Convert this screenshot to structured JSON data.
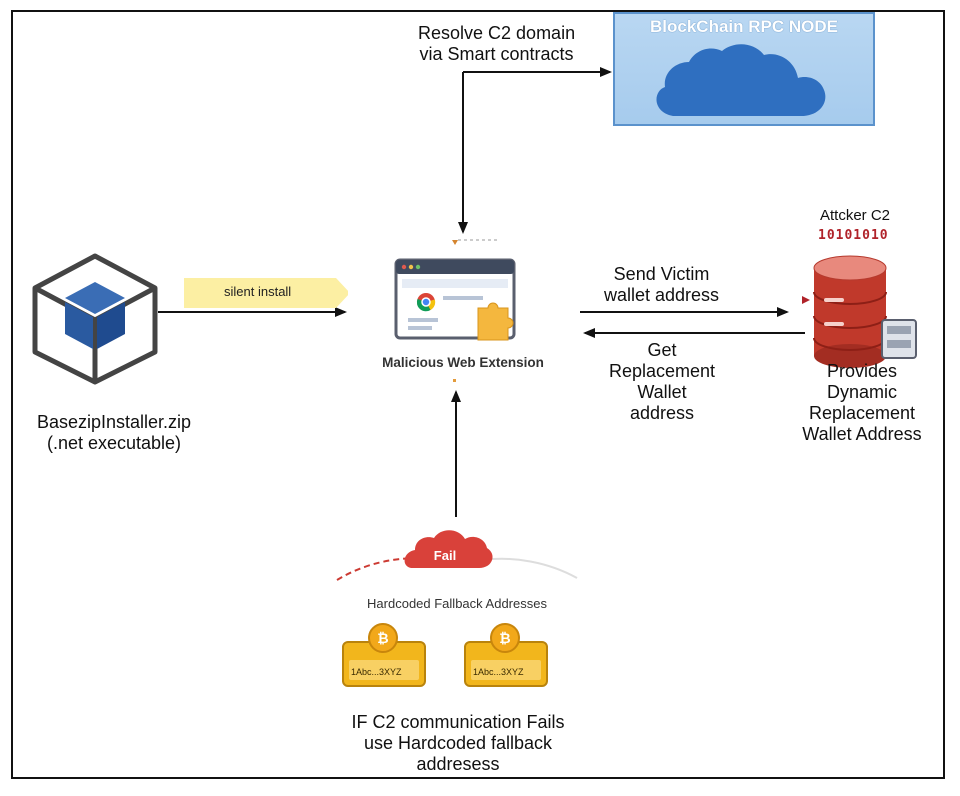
{
  "blockchain_node": {
    "title": "BlockChain RPC NODE"
  },
  "resolve_label": {
    "line1": "Resolve C2 domain",
    "line2": "via Smart contracts"
  },
  "installer": {
    "line1": "BasezipInstaller.zip",
    "line2": "(.net executable)"
  },
  "silent_install": "silent install",
  "extension": {
    "name": "Malicious Web Extension"
  },
  "send_label": {
    "line1": "Send Victim",
    "line2": "wallet address"
  },
  "get_label": {
    "line1": "Get",
    "line2": "Replacement",
    "line3": "Wallet",
    "line4": "address"
  },
  "attacker": {
    "title": "Attcker C2",
    "bits": "10101010",
    "line1": "Provides",
    "line2": "Dynamic",
    "line3": "Replacement",
    "line4": "Wallet Address"
  },
  "fallback": {
    "badge": "Fail",
    "title": "Hardcoded Fallback Addresses",
    "coin1": "1Abc...3XYZ",
    "coin2": "1Abc...3XYZ"
  },
  "fallback_label": {
    "line1": "IF C2 communication Fails",
    "line2": "use Hardcoded fallback",
    "line3": "addresess"
  },
  "colors": {
    "rpc_blue": "#a6cbed",
    "cloud_blue": "#2f6fc0",
    "accent_red": "#b0232a",
    "coin_gold": "#f2b61c"
  }
}
